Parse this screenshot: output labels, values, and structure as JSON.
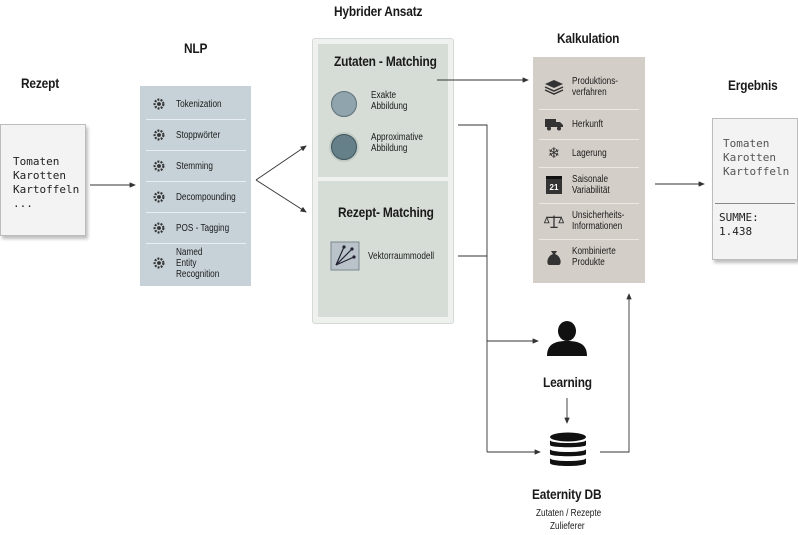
{
  "headings": {
    "rezept": "Rezept",
    "nlp": "NLP",
    "hybrid": "Hybrider Ansatz",
    "kalkulation": "Kalkulation",
    "ergebnis": "Ergebnis",
    "learning": "Learning",
    "db": "Eaternity DB"
  },
  "recipe_lines": [
    "Tomaten",
    "Karotten",
    "Kartoffeln",
    "..."
  ],
  "nlp_items": [
    "Tokenization",
    "Stoppwörter",
    "Stemming",
    "Decompounding",
    "POS - Tagging",
    "Named Entity Recognition"
  ],
  "hybrid": {
    "zutaten_title": "Zutaten - Matching",
    "exact": "Exakte Abbildung",
    "approx": "Approximative Abbildung",
    "rezept_title": "Rezept- Matching",
    "vektor": "Vektorraummodell"
  },
  "calc_items": [
    {
      "label": "Produktions-verfahren",
      "icon": "layers-icon"
    },
    {
      "label": "Herkunft",
      "icon": "truck-icon"
    },
    {
      "label": "Lagerung",
      "icon": "snowflake-icon"
    },
    {
      "label": "Saisonale Variabilität",
      "icon": "calendar-icon",
      "calendar_day": "21"
    },
    {
      "label": "Unsicherheits-Informationen",
      "icon": "scale-icon"
    },
    {
      "label": "Kombinierte Produkte",
      "icon": "bag-icon"
    }
  ],
  "result_lines": [
    "Tomaten",
    "Karotten",
    "Kartoffeln"
  ],
  "result_sum_label": "SUMME:",
  "result_sum_value": "1.438",
  "db_sub1": "Zutaten / Rezepte",
  "db_sub2": "Zulieferer",
  "colors": {
    "nlp_panel": "#c7d2d8",
    "calc_panel": "#d4cec8",
    "hybrid_box": "#d6ddd6",
    "exact_circle": "#8fa4ac",
    "approx_circle": "#66808a"
  }
}
